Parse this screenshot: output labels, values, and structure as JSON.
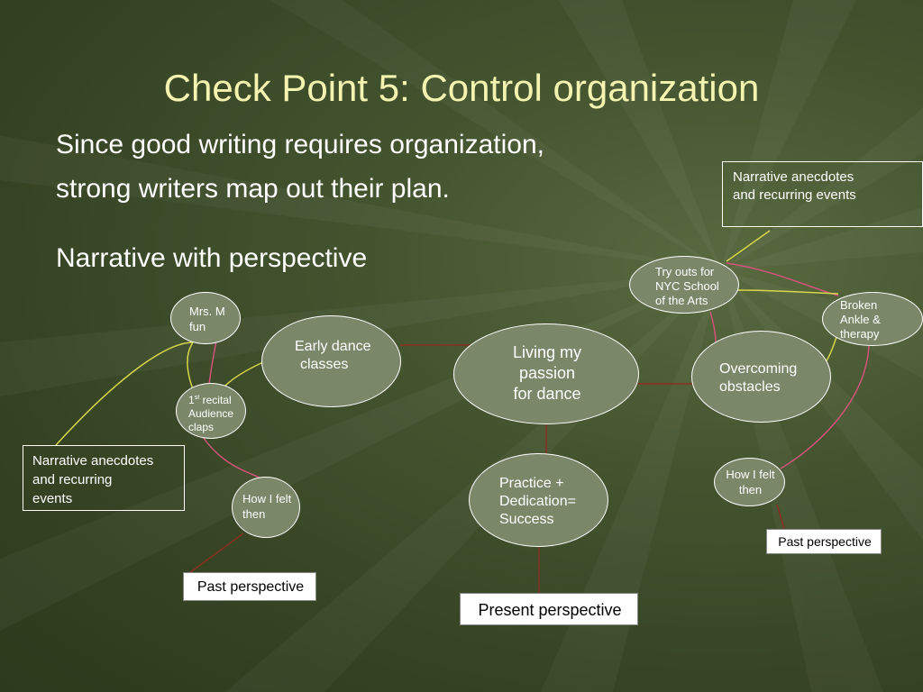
{
  "slide": {
    "title": "Check Point 5: Control organization",
    "intro_line1": "Since good writing requires organization,",
    "intro_line2": "strong writers map out their plan.",
    "subhead": "Narrative with perspective"
  },
  "nodes": {
    "center": {
      "l1": "Living my",
      "l2": "passion",
      "l3": "for dance"
    },
    "early_dance": {
      "l1": "Early dance",
      "l2": "classes"
    },
    "mrs_m": {
      "l1": "Mrs. M",
      "l2": "fun"
    },
    "recital": {
      "num": "1",
      "sup": "st",
      "l1rest": " recital",
      "l2": "Audience",
      "l3": "claps"
    },
    "how_felt_left": {
      "l1": "How I felt",
      "l2": "then"
    },
    "practice": {
      "l1": "Practice +",
      "l2": "Dedication=",
      "l3": "Success"
    },
    "overcoming": {
      "l1": "Overcoming",
      "l2": "obstacles"
    },
    "tryouts": {
      "l1": "Try outs for",
      "l2": "NYC School",
      "l3": "of the Arts"
    },
    "broken_ankle": {
      "l1": "Broken",
      "l2": "Ankle &",
      "l3": "therapy"
    },
    "how_felt_right": {
      "l1": "How I felt",
      "l2": "then"
    }
  },
  "boxes": {
    "anecdotes_left": {
      "l1": "Narrative anecdotes",
      "l2": "and recurring",
      "l3": "events"
    },
    "anecdotes_right": {
      "l1": "Narrative anecdotes",
      "l2": "and recurring events"
    },
    "past_left": "Past perspective",
    "past_right": "Past perspective",
    "present": "Present perspective"
  },
  "colors": {
    "bg": "#3c4b29",
    "node_fill": "#7a8869",
    "title": "#f5f3b0",
    "link_dark_red": "#8b2f22",
    "link_pink": "#d4537a",
    "link_yellow": "#d8d64a"
  }
}
